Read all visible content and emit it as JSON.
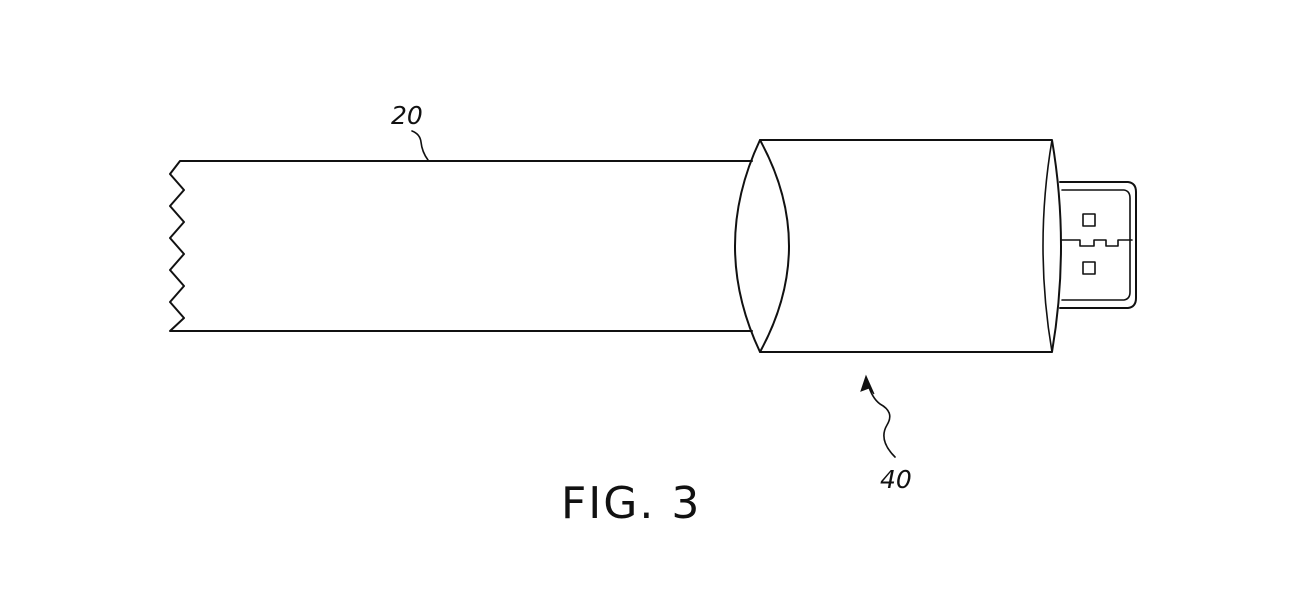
{
  "figure": {
    "caption": "FIG. 3",
    "references": {
      "cable": "20",
      "connector": "40"
    }
  }
}
